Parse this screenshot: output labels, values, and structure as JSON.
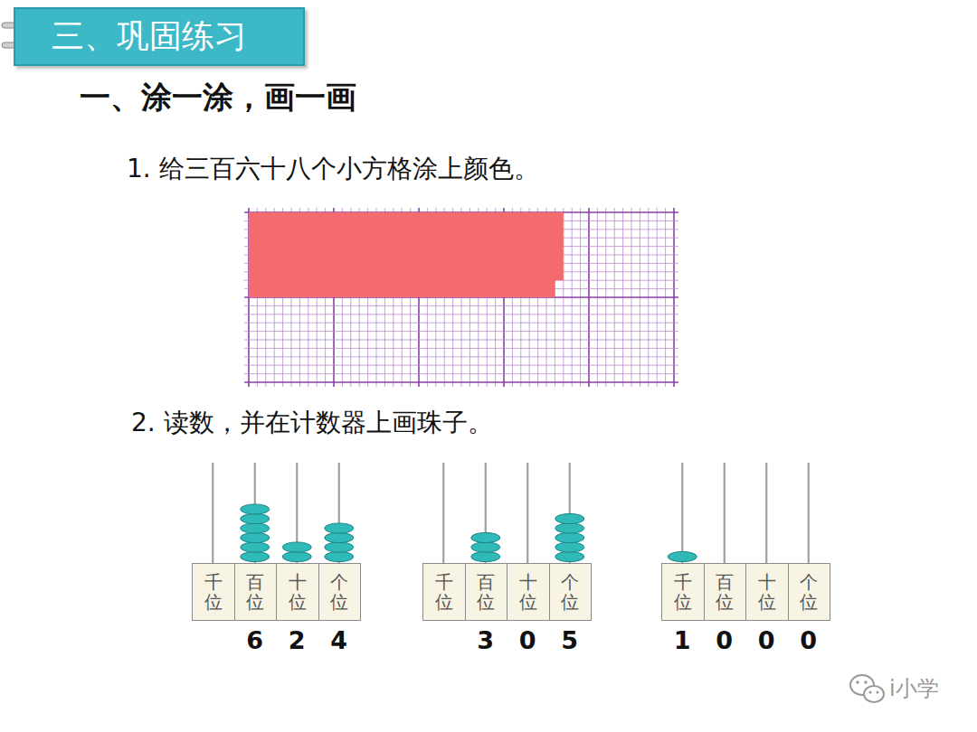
{
  "diagram": {
    "nodes": [
      {
        "text": [
          "三、巩固练习"
        ]
      },
      {
        "text": [
          "千位"
        ]
      },
      {
        "text": [
          "百位"
        ]
      },
      {
        "text": [
          "十位"
        ]
      },
      {
        "text": [
          "个位"
        ]
      },
      {
        "text": [
          "千位"
        ]
      },
      {
        "text": [
          "百位"
        ]
      },
      {
        "text": [
          "十位"
        ]
      },
      {
        "text": [
          "个位"
        ]
      },
      {
        "text": [
          "千位"
        ]
      },
      {
        "text": [
          "百位"
        ]
      },
      {
        "text": [
          "十位"
        ]
      },
      {
        "text": [
          "个位"
        ]
      }
    ],
    "edges": [],
    "labels": [
      "一、涂一涂，画一画",
      "1. 给三百六十八个小方格涂上颜色。",
      "2. 读数，并在计数器上画珠子。",
      "6",
      "2",
      "4",
      "3",
      "0",
      "5",
      "1",
      "0",
      "0",
      "0",
      "i小学"
    ]
  }
}
